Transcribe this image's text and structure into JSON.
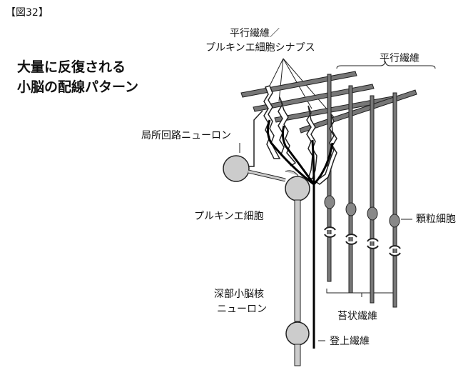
{
  "figure_number": "【図32】",
  "title_line1": "大量に反復される",
  "title_line2": "小脳の配線パターン",
  "labels": {
    "pf_synapse_line1": "平行繊維／",
    "pf_synapse_line2": "プルキンエ細胞シナプス",
    "parallel_fiber": "平行繊維",
    "local_neuron": "局所回路ニューロン",
    "purkinje_cell": "プルキンエ細胞",
    "granule_cell": "顆粒細胞",
    "deep_nucleus_line1": "深部小脳核",
    "deep_nucleus_line2": "ニューロン",
    "mossy_fiber": "苔状繊維",
    "climbing_fiber": "登上繊維"
  }
}
